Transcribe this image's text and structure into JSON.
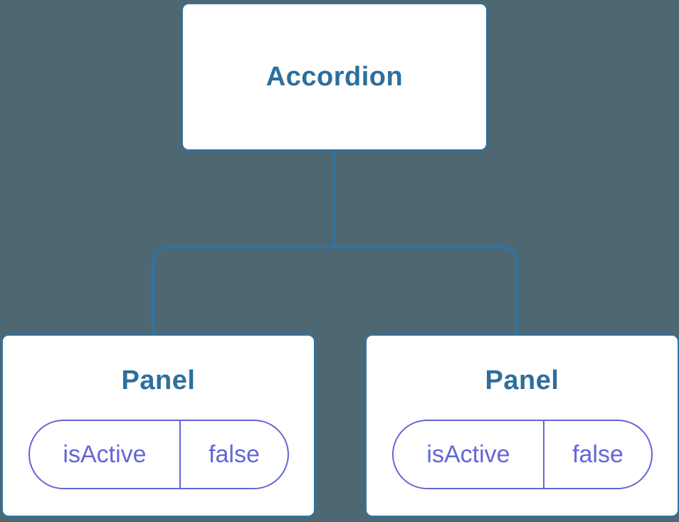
{
  "diagram": {
    "type": "component-state-tree",
    "root": {
      "label": "Accordion"
    },
    "children": [
      {
        "label": "Panel",
        "state": {
          "key": "isActive",
          "value": "false"
        }
      },
      {
        "label": "Panel",
        "state": {
          "key": "isActive",
          "value": "false"
        }
      }
    ],
    "colors": {
      "background": "#4d6872",
      "node_fill": "#ffffff",
      "node_stroke": "#2e74a4",
      "node_text": "#2d6e9e",
      "connector": "#2e74a4",
      "state_pill": "#6366d6"
    }
  }
}
